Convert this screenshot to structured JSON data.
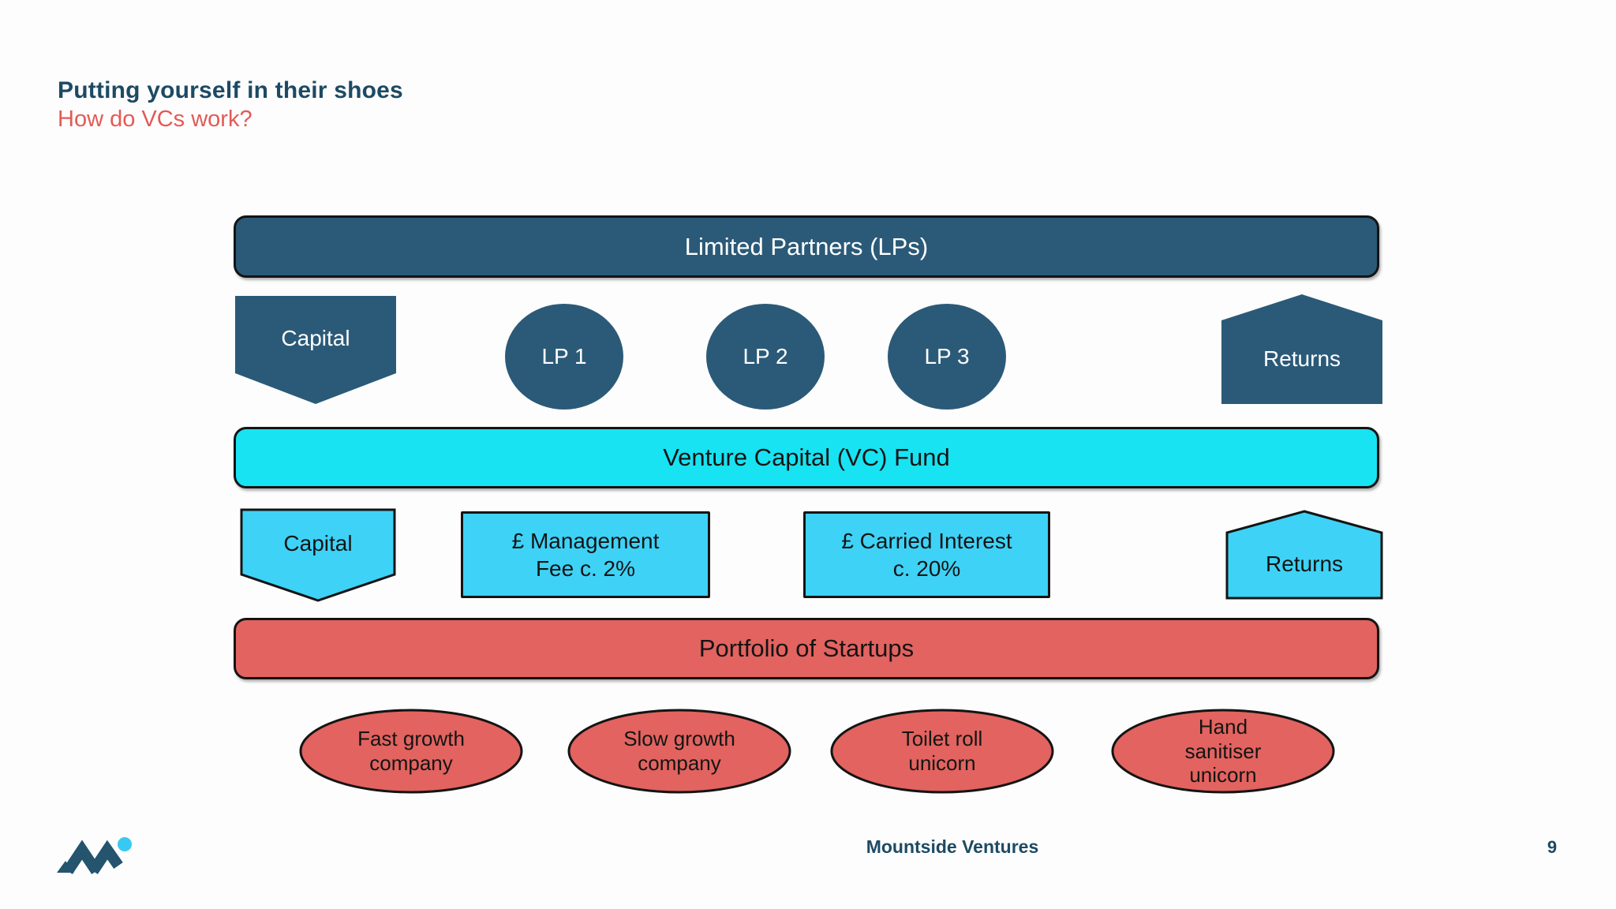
{
  "slide": {
    "title": "Putting yourself in their shoes",
    "subtitle": "How do VCs work?",
    "footer": {
      "brand": "Mountside Ventures",
      "page_number": "9"
    }
  },
  "diagram": {
    "lp_bar": {
      "label": "Limited Partners (LPs)"
    },
    "lp_row": {
      "capital_label": "Capital",
      "lps": [
        {
          "label": "LP 1"
        },
        {
          "label": "LP 2"
        },
        {
          "label": "LP 3"
        }
      ],
      "returns_label": "Returns"
    },
    "vc_bar": {
      "label": "Venture Capital (VC) Fund"
    },
    "vc_row": {
      "capital_label": "Capital",
      "management_fee": {
        "lines": [
          "£ Management",
          "Fee c. 2%"
        ]
      },
      "carried_interest": {
        "lines": [
          "£ Carried Interest",
          "c. 20%"
        ]
      },
      "returns_label": "Returns"
    },
    "portfolio_bar": {
      "label": "Portfolio of Startups"
    },
    "startups": [
      {
        "lines": [
          "Fast growth",
          "company",
          ""
        ]
      },
      {
        "lines": [
          "Slow growth",
          "company",
          ""
        ]
      },
      {
        "lines": [
          "Toilet roll",
          "unicorn",
          ""
        ]
      },
      {
        "lines": [
          "Hand",
          "sanitiser",
          "unicorn"
        ]
      }
    ],
    "colors": {
      "dark_blue": "#2b5a78",
      "cyan": "#18e3f2",
      "light_blue": "#3ed2f6",
      "coral": "#e2635f",
      "outline": "#141414",
      "title_blue": "#1d4a63",
      "subtitle_red": "#e35a55",
      "logo_dot_cyan": "#38c9f2"
    }
  }
}
